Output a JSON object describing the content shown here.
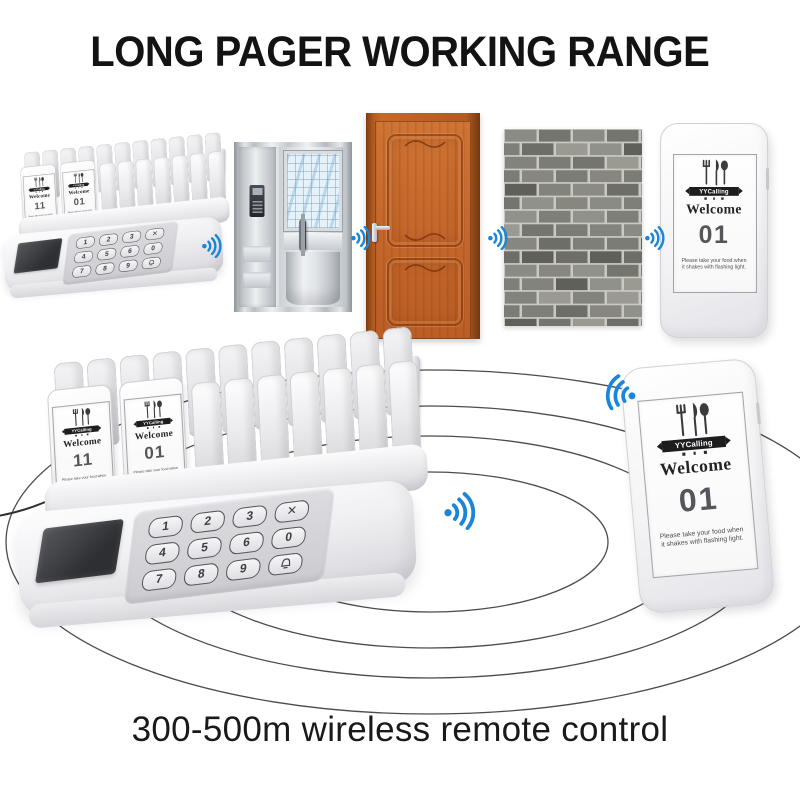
{
  "title": "LONG PAGER WORKING RANGE",
  "caption": "300-500m wireless remote control",
  "brand": {
    "name": "YYCalling"
  },
  "pager_label": {
    "greeting": "Welcome",
    "note_line1": "Please take your food when",
    "note_line2": "it shakes with flashing light."
  },
  "pagers": {
    "top_right": "01",
    "bottom_right": "01",
    "station_front_left": "11",
    "station_front_right": "01"
  },
  "keypad": {
    "keys": [
      "1",
      "2",
      "3",
      "✕",
      "4",
      "5",
      "6",
      "0",
      "7",
      "8",
      "9"
    ],
    "call_key_icon": "bell-icon"
  },
  "colors": {
    "signal_blue": "#1a86d9",
    "ring_line": "#4c4c4c"
  }
}
